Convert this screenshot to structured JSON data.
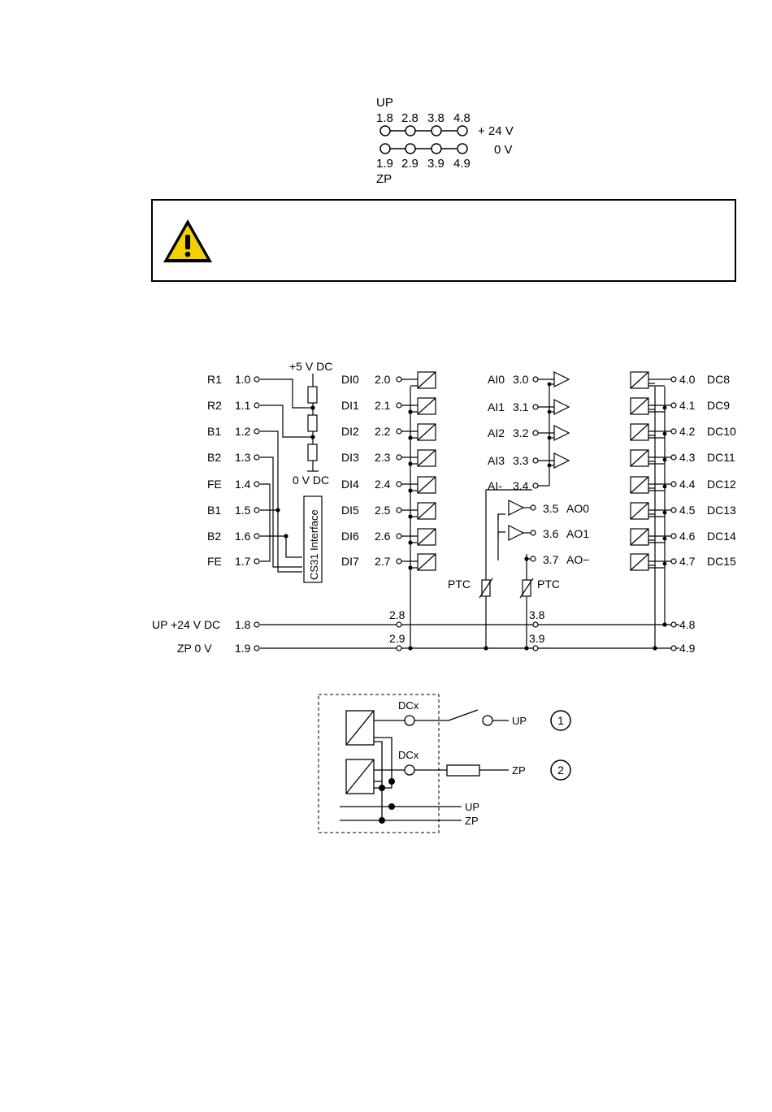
{
  "bridge": {
    "up_label": "UP",
    "zp_label": "ZP",
    "top_terminals": [
      "1.8",
      "2.8",
      "3.8",
      "4.8"
    ],
    "bottom_terminals": [
      "1.9",
      "2.9",
      "3.9",
      "4.9"
    ],
    "plus_label": "+ 24 V",
    "zero_label": "0 V"
  },
  "warning": {
    "icon": "warning-triangle-icon"
  },
  "schematic": {
    "left_labels": [
      {
        "name": "R1",
        "term": "1.0"
      },
      {
        "name": "R2",
        "term": "1.1"
      },
      {
        "name": "B1",
        "term": "1.2"
      },
      {
        "name": "B2",
        "term": "1.3"
      },
      {
        "name": "FE",
        "term": "1.4"
      },
      {
        "name": "B1",
        "term": "1.5"
      },
      {
        "name": "B2",
        "term": "1.6"
      },
      {
        "name": "FE",
        "term": "1.7"
      }
    ],
    "plus5": "+5 V DC",
    "zero_vdc": "0 V DC",
    "interface_label": "CS31 Interface",
    "di_labels": [
      {
        "name": "DI0",
        "term": "2.0"
      },
      {
        "name": "DI1",
        "term": "2.1"
      },
      {
        "name": "DI2",
        "term": "2.2"
      },
      {
        "name": "DI3",
        "term": "2.3"
      },
      {
        "name": "DI4",
        "term": "2.4"
      },
      {
        "name": "DI5",
        "term": "2.5"
      },
      {
        "name": "DI6",
        "term": "2.6"
      },
      {
        "name": "DI7",
        "term": "2.7"
      }
    ],
    "ai_labels": [
      {
        "name": "AI0",
        "term": "3.0"
      },
      {
        "name": "AI1",
        "term": "3.1"
      },
      {
        "name": "AI2",
        "term": "3.2"
      },
      {
        "name": "AI3",
        "term": "3.3"
      },
      {
        "name": "AI-",
        "term": "3.4"
      }
    ],
    "ao_labels": [
      {
        "term": "3.5",
        "name": "AO0"
      },
      {
        "term": "3.6",
        "name": "AO1"
      },
      {
        "term": "3.7",
        "name": "AO−"
      }
    ],
    "ptc": "PTC",
    "dc_labels": [
      {
        "term": "4.0",
        "name": "DC8"
      },
      {
        "term": "4.1",
        "name": "DC9"
      },
      {
        "term": "4.2",
        "name": "DC10"
      },
      {
        "term": "4.3",
        "name": "DC11"
      },
      {
        "term": "4.4",
        "name": "DC12"
      },
      {
        "term": "4.5",
        "name": "DC13"
      },
      {
        "term": "4.6",
        "name": "DC14"
      },
      {
        "term": "4.7",
        "name": "DC15"
      }
    ],
    "up_rail": {
      "label": "UP +24 V DC",
      "term": "1.8",
      "mid1": "2.8",
      "mid2": "3.8",
      "end": "4.8"
    },
    "zp_rail": {
      "label": "ZP 0 V",
      "term": "1.9",
      "mid1": "2.9",
      "mid2": "3.9",
      "end": "4.9"
    }
  },
  "detail": {
    "dcx": "DCx",
    "up": "UP",
    "zp": "ZP",
    "marker1": "1",
    "marker2": "2"
  }
}
